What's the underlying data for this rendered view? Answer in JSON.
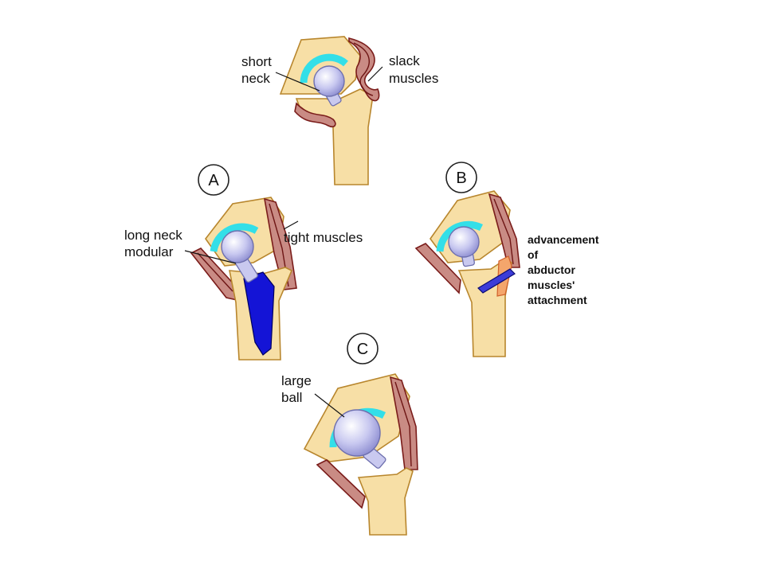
{
  "top_panel": {
    "label_short_neck_line1": "short",
    "label_short_neck_line2": "neck",
    "label_slack_line1": "slack",
    "label_slack_line2": "muscles"
  },
  "panel_a": {
    "letter": "A",
    "label_long_neck_line1": "long  neck",
    "label_long_neck_line2": "modular",
    "label_tight": "tight muscles"
  },
  "panel_b": {
    "letter": "B",
    "label_line1": "advancement",
    "label_line2": "of",
    "label_line3": "abductor",
    "label_line4": "muscles'",
    "label_line5": "attachment"
  },
  "panel_c": {
    "letter": "C",
    "label_large_line1": "large",
    "label_large_line2": "ball"
  },
  "colors": {
    "bone": "#f7dfa6",
    "cup": "#33dfe8",
    "muscle": "#c98b84",
    "implant_stem": "#1414d6",
    "ball": "#c9c9ef"
  }
}
